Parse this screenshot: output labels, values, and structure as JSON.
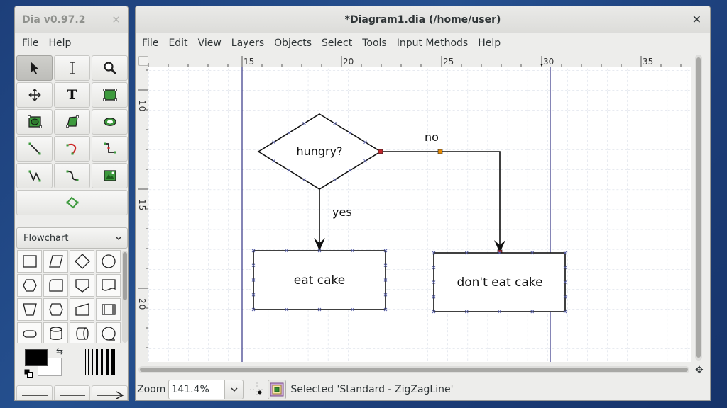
{
  "toolbox": {
    "title": "Dia v0.97.2",
    "close_glyph": "✕",
    "menu": [
      "File",
      "Help"
    ],
    "tools": [
      {
        "name": "pointer-tool-icon",
        "active": true
      },
      {
        "name": "text-edit-tool-icon"
      },
      {
        "name": "magnify-tool-icon"
      },
      {
        "name": "scroll-tool-icon"
      },
      {
        "name": "text-tool-icon",
        "glyph": "T"
      },
      {
        "name": "box-tool-icon"
      },
      {
        "name": "ellipse-tool-icon"
      },
      {
        "name": "polygon-tool-icon"
      },
      {
        "name": "beziergon-tool-icon"
      },
      {
        "name": "line-tool-icon"
      },
      {
        "name": "arc-tool-icon"
      },
      {
        "name": "zigzagline-tool-icon"
      },
      {
        "name": "polyline-tool-icon"
      },
      {
        "name": "bezierline-tool-icon"
      },
      {
        "name": "image-tool-icon"
      },
      {
        "name": "outline-tool-icon"
      }
    ],
    "sheet": "Flowchart",
    "shapes": [
      "box-shape-icon",
      "parallelogram-shape-icon",
      "diamond-shape-icon",
      "circle-shape-icon",
      "preparation-shape-icon",
      "manual-input-shape-icon",
      "offpage-shape-icon",
      "document-shape-icon",
      "manual-operation-shape-icon",
      "hexagon-shape-icon",
      "card-shape-icon",
      "predefined-process-shape-icon",
      "terminal-shape-icon",
      "magnetic-disk-shape-icon",
      "direct-access-storage-shape-icon",
      "sequential-storage-shape-icon"
    ],
    "colors": {
      "foreground": "#000000",
      "background": "#ffffff"
    }
  },
  "diagram_window": {
    "title": "*Diagram1.dia (/home/user)",
    "close_glyph": "✕",
    "menu": [
      "File",
      "Edit",
      "View",
      "Layers",
      "Objects",
      "Select",
      "Tools",
      "Input Methods",
      "Help"
    ],
    "ruler": {
      "h_labels": [
        "15",
        "20",
        "25",
        "30",
        "35"
      ],
      "v_labels": [
        "10",
        "15",
        "20"
      ]
    },
    "shapes": {
      "decision": "hungry?",
      "yes_label": "yes",
      "no_label": "no",
      "box_left": "eat cake",
      "box_right": "don't eat cake"
    },
    "colors": {
      "accent_handle": "#e88a00",
      "handle": "#c0262b",
      "guide": "#0a0a6e",
      "grid": "#d5dbe6"
    },
    "status": {
      "zoom_label": "Zoom",
      "zoom_value": "141.4%",
      "message": "Selected 'Standard - ZigZagLine'"
    }
  }
}
